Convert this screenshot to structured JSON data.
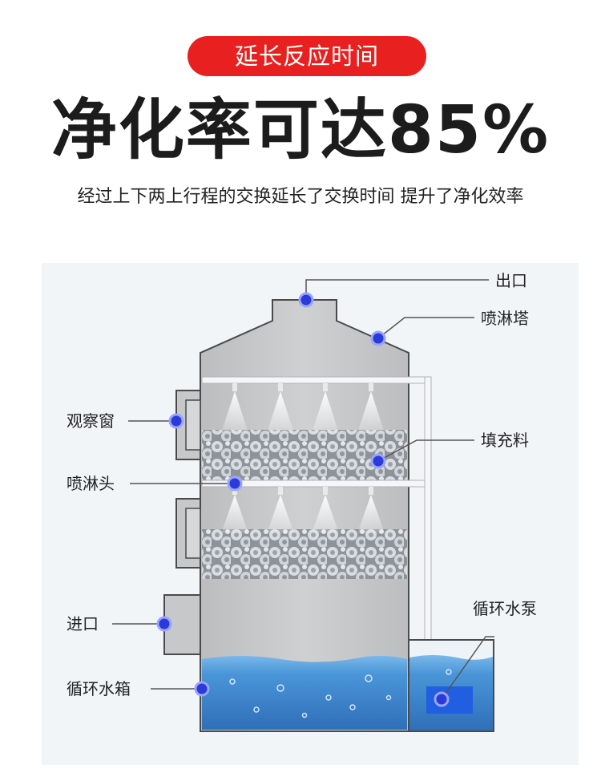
{
  "header": {
    "badge": "延长反应时间",
    "headline": "净化率可达85%",
    "subtitle": "经过上下两上行程的交换延长了交换时间 提升了净化效率"
  },
  "labels": {
    "outlet": "出口",
    "tower": "喷淋塔",
    "window": "观察窗",
    "packing": "填充料",
    "nozzle": "喷淋头",
    "pump": "循环水泵",
    "inlet": "进口",
    "tank": "循环水箱"
  },
  "colors": {
    "badge": "#e8201f",
    "marker": "#2a3bd8",
    "water": "#3f8fd8",
    "pump": "#1f5fe0",
    "tower": "#c5c6c8"
  }
}
